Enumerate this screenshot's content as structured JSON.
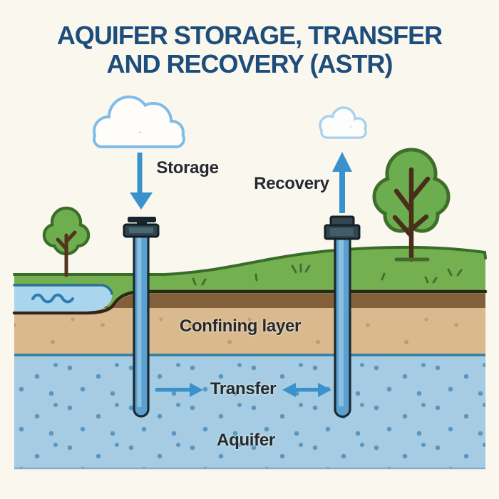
{
  "title": {
    "line1": "AQUIFER STORAGE, TRANSFER",
    "line2": "AND RECOVERY (ASTR)"
  },
  "labels": {
    "storage": "Storage",
    "recovery": "Recovery",
    "transfer": "Transfer",
    "confining_layer": "Confining layer",
    "aquifer": "Aquifer"
  },
  "colors": {
    "background": "#faf7ef",
    "title_navy": "#1d4d7a",
    "label_dark": "#26292d",
    "arrow_blue": "#3a92cd",
    "cloud_outline": "#7fbce8",
    "cloud_outline_light": "#a6d2ef",
    "grass_green": "#74b050",
    "grass_outline": "#3a6b28",
    "pond_water": "#a9d5ef",
    "pond_edge_teal": "#2b7294",
    "soil_dark_band": "#84603a",
    "soil_outline": "#33241a",
    "confining_tan": "#d9b98d",
    "confining_dot": "#c09b6d",
    "aquifer_blue": "#a5cce2",
    "aquifer_edge": "#2f7ea3",
    "aquifer_dot": "#5b97c0",
    "well_pipe": "#5aa0d0",
    "well_pipe_highlight": "#8cc0e2",
    "well_outline": "#1b2930",
    "wellhead_dark": "#16242c",
    "wellhead_slate": "#31464f",
    "tree_canopy": "#6dae4f",
    "tree_trunk": "#53331f"
  },
  "scene_icons": [
    "cloud-icon",
    "cloud-icon",
    "down-arrow-icon",
    "up-arrow-icon",
    "right-arrow-icon",
    "double-arrow-icon",
    "tree-icon",
    "tree-icon",
    "well-icon",
    "well-icon",
    "pond-icon",
    "wave-icon",
    "grass-tuft-icon"
  ]
}
